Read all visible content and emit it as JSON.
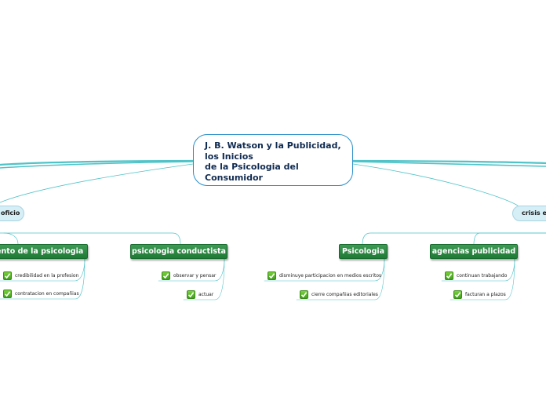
{
  "central": {
    "title": "J. B. Watson y la Publicidad,\nlos Inicios\nde la Psicologia del\nConsumidor"
  },
  "left_branch": {
    "label": "oficio",
    "children": [
      {
        "label": "iento de la psicologia",
        "items": [
          "credibilidad en la profesion",
          "contratacion en compañias"
        ]
      },
      {
        "label": "psicologia conductista",
        "items": [
          "observar y pensar",
          "actuar"
        ]
      }
    ]
  },
  "right_branch": {
    "label": "crisis ec",
    "children": [
      {
        "label": "Psicologia",
        "items": [
          "disminuye participacion en medios escritos",
          "cierre compañias editoriales"
        ]
      },
      {
        "label": "agencias publicidad",
        "items": [
          "continuan trabajando",
          "facturan a plazos"
        ]
      }
    ]
  },
  "colors": {
    "link": "#4fc3c8",
    "node_green": "#2e8b45",
    "check_green": "#5cb82a",
    "pill_bg": "#d6eef6",
    "central_border": "#2a8fc9"
  }
}
